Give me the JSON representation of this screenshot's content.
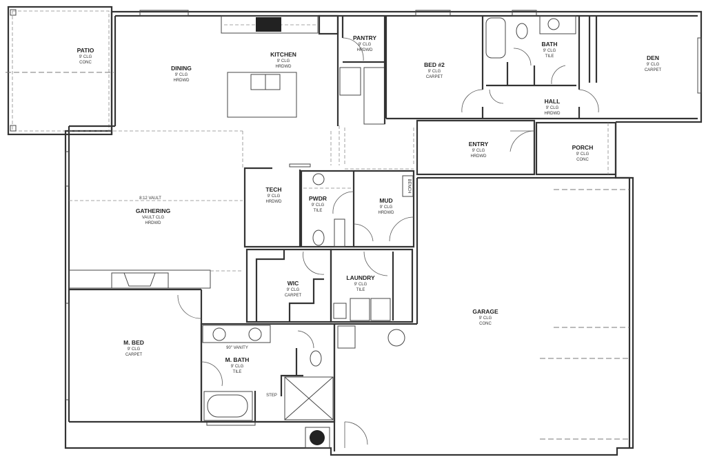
{
  "plan": {
    "rooms": [
      {
        "id": "patio",
        "name": "PATIO",
        "ceiling": "9' CLG",
        "floor": "CONC"
      },
      {
        "id": "dining",
        "name": "DINING",
        "ceiling": "9' CLG",
        "floor": "HRDWD"
      },
      {
        "id": "kitchen",
        "name": "KITCHEN",
        "ceiling": "9' CLG",
        "floor": "HRDWD"
      },
      {
        "id": "pantry",
        "name": "PANTRY",
        "ceiling": "9' CLG",
        "floor": "HRDWD"
      },
      {
        "id": "bed2",
        "name": "BED #2",
        "ceiling": "9' CLG",
        "floor": "CARPET"
      },
      {
        "id": "bath",
        "name": "BATH",
        "ceiling": "9' CLG",
        "floor": "TILE"
      },
      {
        "id": "den",
        "name": "DEN",
        "ceiling": "9' CLG",
        "floor": "CARPET"
      },
      {
        "id": "hall",
        "name": "HALL",
        "ceiling": "9' CLG",
        "floor": "HRDWD"
      },
      {
        "id": "entry",
        "name": "ENTRY",
        "ceiling": "9' CLG",
        "floor": "HRDWD"
      },
      {
        "id": "porch",
        "name": "PORCH",
        "ceiling": "9' CLG",
        "floor": "CONC"
      },
      {
        "id": "tech",
        "name": "TECH",
        "ceiling": "9' CLG",
        "floor": "HRDWD"
      },
      {
        "id": "pwdr",
        "name": "PWDR",
        "ceiling": "9' CLG",
        "floor": "TILE"
      },
      {
        "id": "mud",
        "name": "MUD",
        "ceiling": "9' CLG",
        "floor": "HRDWD"
      },
      {
        "id": "gathering",
        "name": "GATHERING",
        "ceiling": "VAULT CLG",
        "floor": "HRDWD"
      },
      {
        "id": "wic",
        "name": "WIC",
        "ceiling": "9' CLG",
        "floor": "CARPET"
      },
      {
        "id": "laundry",
        "name": "LAUNDRY",
        "ceiling": "9' CLG",
        "floor": "TILE"
      },
      {
        "id": "garage",
        "name": "GARAGE",
        "ceiling": "9' CLG",
        "floor": "CONC"
      },
      {
        "id": "mbed",
        "name": "M. BED",
        "ceiling": "9' CLG",
        "floor": "CARPET"
      },
      {
        "id": "mbath",
        "name": "M. BATH",
        "ceiling": "9' CLG",
        "floor": "TILE"
      }
    ],
    "notes": {
      "vault": "8:12 VAULT",
      "vanity": "90\" VANITY",
      "step": "STEP",
      "bench": "BENCH"
    }
  }
}
